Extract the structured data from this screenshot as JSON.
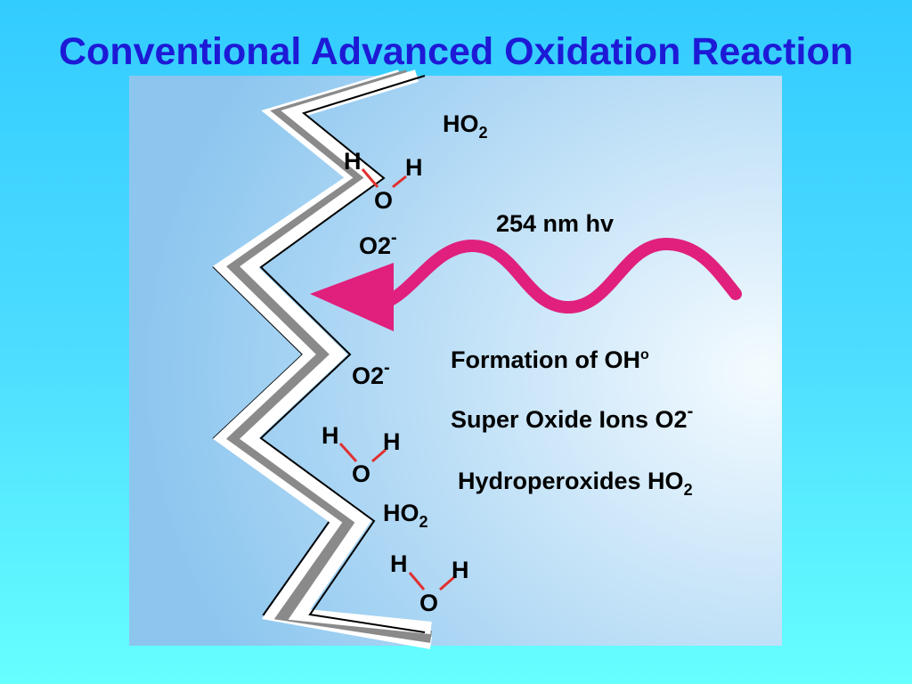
{
  "title": "Conventional Advanced Oxidation Reaction",
  "colors": {
    "title": "#1d1ad6",
    "background_top": "#33ccff",
    "background_bottom": "#66ffff",
    "panel_light": "#f4fbff",
    "panel_dark": "#8cc6ef",
    "wave_arrow": "#e0207c",
    "bond": "#e03030",
    "surface_gray": "#8a8a8a"
  },
  "labels": {
    "ho2_top": {
      "main": "HO",
      "sub": "2"
    },
    "o2_upper": {
      "main": "O2",
      "sup": "-"
    },
    "o2_lower": {
      "main": "O2",
      "sup": "-"
    },
    "ho2_mid": {
      "main": "HO",
      "sub": "2"
    },
    "h": "H",
    "o": "O",
    "radiation": "254 nm hv"
  },
  "notes": {
    "formation": {
      "main": "Formation of OH",
      "sup": "o"
    },
    "superoxide": {
      "main": "Super Oxide Ions O2",
      "sup": "-"
    },
    "hydroperoxides": {
      "main": "Hydroperoxides HO",
      "sub": "2"
    }
  }
}
